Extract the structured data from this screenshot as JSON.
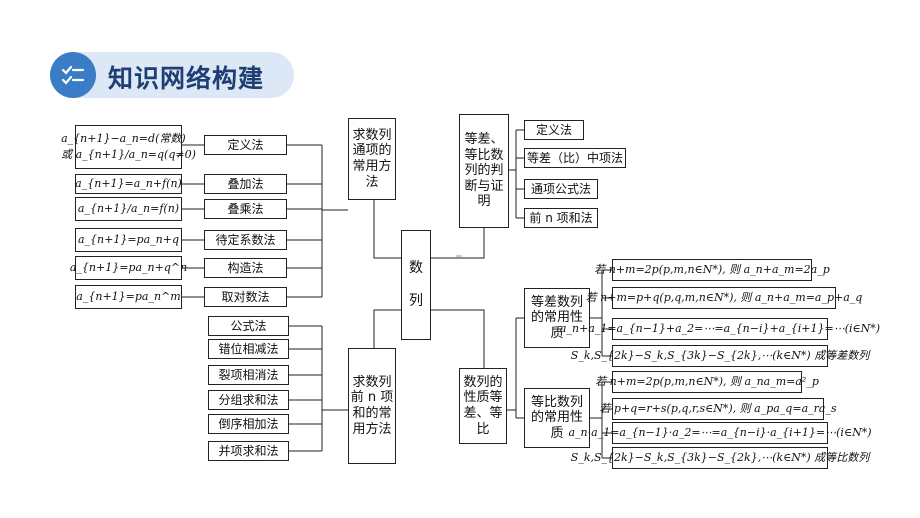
{
  "header": {
    "title": "知识网络构建",
    "icon": "list-check-icon",
    "accent": "#3a7cc6"
  },
  "center": {
    "label": "数\n\n列"
  },
  "general_term_methods": {
    "title": "求数列\n通项的\n常用方\n法",
    "items": [
      {
        "formula": "a_{n+1}−a_n=d(常数)\n或 a_{n+1}/a_n=q(q≠0)",
        "method": "定义法"
      },
      {
        "formula": "a_{n+1}=a_n+f(n)",
        "method": "叠加法"
      },
      {
        "formula": "a_{n+1}/a_n=f(n)",
        "method": "叠乘法"
      },
      {
        "formula": "a_{n+1}=pa_n+q",
        "method": "待定系数法"
      },
      {
        "formula": "a_{n+1}=pa_n+q^n",
        "method": "构造法"
      },
      {
        "formula": "a_{n+1}=pa_n^m",
        "method": "取对数法"
      }
    ]
  },
  "sum_methods": {
    "title": "求数列\n前 n 项\n和的常\n用方法",
    "items": [
      "公式法",
      "错位相减法",
      "裂项相消法",
      "分组求和法",
      "倒序相加法",
      "并项求和法"
    ]
  },
  "judgment": {
    "title": "等差、\n等比数\n列的判\n断与证\n明",
    "items": [
      "定义法",
      "等差（比）中项法",
      "通项公式法",
      "前 n 项和法"
    ]
  },
  "properties": {
    "title": "数列的\n性质等\n差、等\n比",
    "arithmetic": {
      "title": "等差数列\n的常用性\n质",
      "items": [
        "若 n+m=2p(p,m,n∈N*), 则 a_n+a_m=2a_p",
        "若 n+m=p+q(p,q,m,n∈N*), 则 a_n+a_m=a_p+a_q",
        "a_n+a_1=a_{n−1}+a_2=⋯=a_{n−i}+a_{i+1}=⋯(i∈N*)",
        "S_k,S_{2k}−S_k,S_{3k}−S_{2k},⋯(k∈N*) 成等差数列"
      ]
    },
    "geometric": {
      "title": "等比数列\n的常用性\n质",
      "items": [
        "若 n+m=2p(p,m,n∈N*), 则 a_na_m=a²_p",
        "若 p+q=r+s(p,q,r,s∈N*), 则 a_pa_q=a_ra_s",
        "a_n·a_1=a_{n−1}·a_2=⋯=a_{n−i}·a_{i+1}=⋯(i∈N*)",
        "S_k,S_{2k}−S_k,S_{3k}−S_{2k},⋯(k∈N*) 成等比数列"
      ]
    }
  }
}
